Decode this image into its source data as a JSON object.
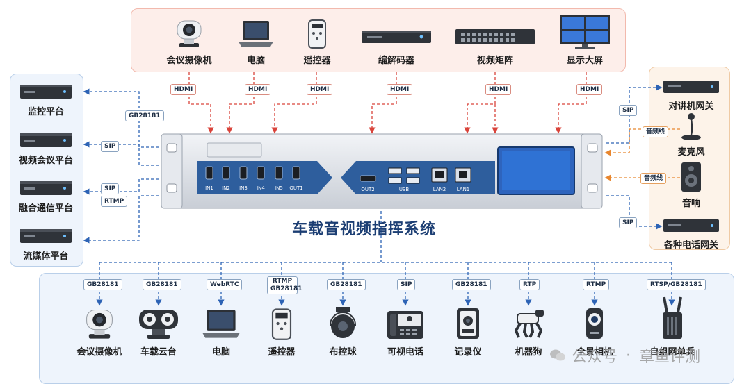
{
  "title": "车载音视频指挥系统",
  "top_devices": [
    {
      "label": "会议摄像机",
      "icon": "conference-camera-icon"
    },
    {
      "label": "电脑",
      "icon": "laptop-icon"
    },
    {
      "label": "遥控器",
      "icon": "remote-controller-icon"
    },
    {
      "label": "编解码器",
      "icon": "codec-icon"
    },
    {
      "label": "视频矩阵",
      "icon": "video-matrix-icon"
    },
    {
      "label": "显示大屏",
      "icon": "display-wall-icon"
    }
  ],
  "top_links": [
    "HDMI",
    "HDMI",
    "HDMI",
    "HDMI",
    "HDMI",
    "HDMI"
  ],
  "left_devices": [
    {
      "label": "监控平台",
      "icon": "server-icon"
    },
    {
      "label": "视频会议平台",
      "icon": "server-icon"
    },
    {
      "label": "融合通信平台",
      "icon": "server-icon"
    },
    {
      "label": "流媒体平台",
      "icon": "server-icon"
    }
  ],
  "left_links": [
    "GB28181",
    "SIP",
    "SIP",
    "RTMP"
  ],
  "right_devices": [
    {
      "label": "对讲机网关",
      "icon": "gateway-icon"
    },
    {
      "label": "麦克风",
      "icon": "microphone-icon"
    },
    {
      "label": "音响",
      "icon": "speaker-icon"
    },
    {
      "label": "各种电话网关",
      "icon": "gateway-icon"
    }
  ],
  "right_links": [
    "SIP",
    "音频线",
    "音频线",
    "SIP"
  ],
  "bottom_devices": [
    {
      "label": "会议摄像机",
      "link": "GB28181",
      "icon": "conference-camera-icon"
    },
    {
      "label": "车载云台",
      "link": "GB28181",
      "icon": "vehicle-ptz-icon"
    },
    {
      "label": "电脑",
      "link": "WebRTC",
      "icon": "laptop-icon"
    },
    {
      "label": "遥控器",
      "link": "RTMP GB28181",
      "icon": "remote-controller-icon"
    },
    {
      "label": "布控球",
      "link": "GB28181",
      "icon": "dome-camera-icon"
    },
    {
      "label": "可视电话",
      "link": "SIP",
      "icon": "video-phone-icon"
    },
    {
      "label": "记录仪",
      "link": "GB28181",
      "icon": "body-recorder-icon"
    },
    {
      "label": "机器狗",
      "link": "RTP",
      "icon": "robot-dog-icon"
    },
    {
      "label": "全景相机",
      "link": "RTMP",
      "icon": "panoramic-camera-icon"
    },
    {
      "label": "自组网单兵",
      "link": "RTSP/GB28181",
      "icon": "mesh-radio-icon"
    }
  ],
  "ports": [
    "IN1",
    "IN2",
    "IN3",
    "IN4",
    "IN5",
    "OUT1",
    "OUT2",
    "USB",
    "LAN2",
    "LAN1"
  ],
  "watermark": {
    "prefix": "公众号",
    "sep": "·",
    "name": "章鱼评测"
  },
  "colors": {
    "hdmi": "#d9433a",
    "network": "#2d63b5",
    "audio": "#e8862e",
    "title": "#1c3e73",
    "device_blue": "#2b5ea8"
  }
}
